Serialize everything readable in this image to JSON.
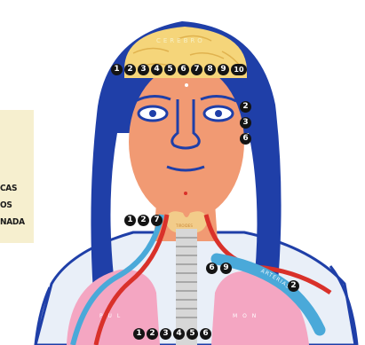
{
  "legend": {
    "line1": "CAS",
    "line2": "OS",
    "line3": "NADA"
  },
  "brain": {
    "label": "CEREBRO"
  },
  "thyroid": {
    "label": "TIROIDES"
  },
  "artery": {
    "label": "ARTERIAS"
  },
  "lungs": {
    "label_left": "P U L",
    "label_right": "M O N"
  },
  "markers": {
    "brain_row": [
      "1",
      "2",
      "3",
      "4",
      "5",
      "6",
      "7",
      "8",
      "9",
      "10"
    ],
    "eye_group": [
      "2",
      "3",
      "6"
    ],
    "neck_group": [
      "1",
      "2",
      "7"
    ],
    "chest_group": [
      "6",
      "9"
    ],
    "artery_marker": "2",
    "bottom_row": [
      "1",
      "2",
      "3",
      "4",
      "5",
      "6"
    ]
  },
  "colors": {
    "hair": "#1f3fa8",
    "skin": "#f19a73",
    "brain": "#f5d57a",
    "lung": "#f4a6c2",
    "trachea": "#d7d7d7",
    "artery_red": "#d9312a",
    "vessel_blue": "#4aa9d9",
    "legend_bg": "#f6efcf"
  }
}
